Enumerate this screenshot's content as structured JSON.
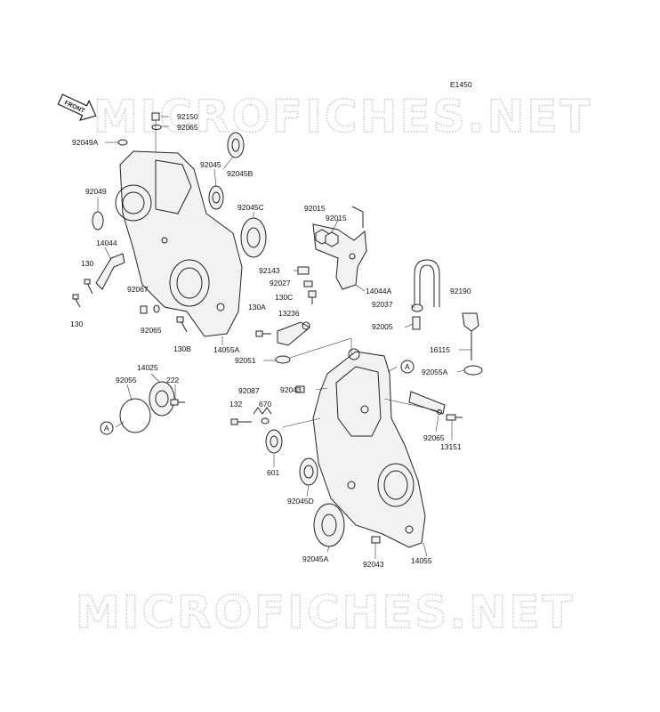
{
  "diagram_id": "E1450",
  "watermark": "MICROFICHES.NET",
  "front_arrow": "FRONT",
  "callout_marker": "A",
  "labels": {
    "l92150": "92150",
    "l92065a": "92065",
    "l92049A": "92049A",
    "l92045a": "92045",
    "l92045B": "92045B",
    "l92049": "92049",
    "l92045C": "92045C",
    "l14044": "14044",
    "l130a": "130",
    "l130b": "130",
    "l92067": "92067",
    "l92065b": "92065",
    "l130B": "130B",
    "l14055A": "14055A",
    "l92015a": "92015",
    "l92015b": "92015",
    "l92143": "92143",
    "l92027": "92027",
    "l130C": "130C",
    "l14044A": "14044A",
    "l92190": "92190",
    "l92037": "92037",
    "l130A": "130A",
    "l13236": "13236",
    "l92005": "92005",
    "l16115": "16115",
    "l92051": "92051",
    "l92055A": "92055A",
    "l14025": "14025",
    "l92055": "92055",
    "l222": "222",
    "l92087": "92087",
    "l92043a": "92043",
    "l132": "132",
    "l670": "670",
    "l92065c": "92065",
    "l13151": "13151",
    "l601": "601",
    "l92045D": "92045D",
    "l92045A": "92045A",
    "l92043b": "92043",
    "l14055": "14055"
  }
}
